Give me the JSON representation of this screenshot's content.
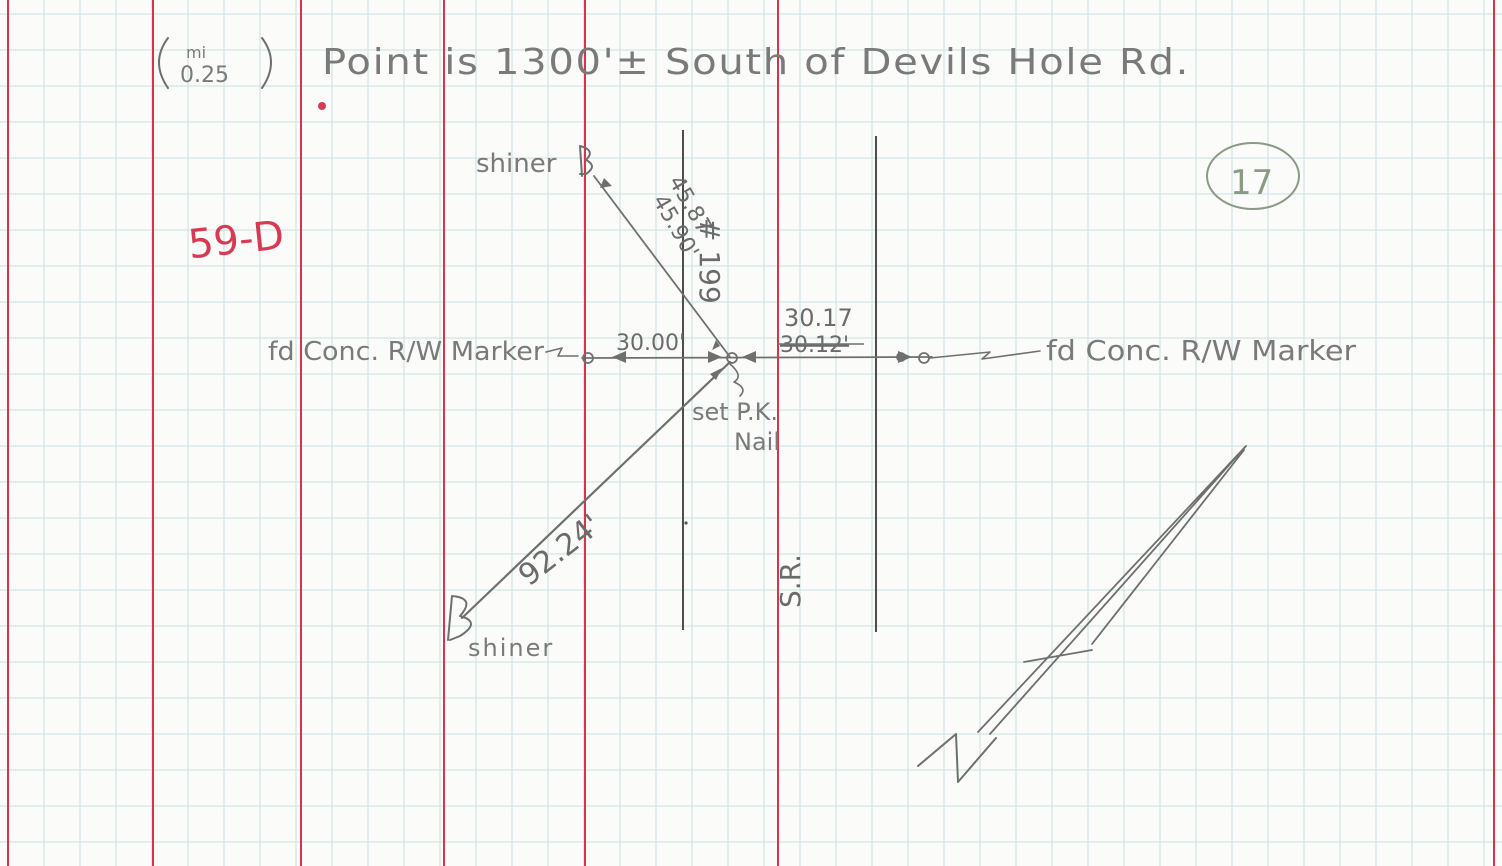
{
  "header": {
    "mile_top": "mi",
    "mile_bottom": "0.25",
    "note": "Point is 1300'± South of Devils Hole Rd."
  },
  "sheet_id": "59-D",
  "page_number": "17",
  "labels": {
    "shiner_top": "shiner",
    "shiner_bottom": "shiner",
    "marker_left": "fd Conc. R/W Marker",
    "marker_right": "fd Conc. R/W Marker",
    "pk_nail_line1": "set P.K.",
    "pk_nail_line2": "Nail",
    "route_number": "# 199",
    "route_prefix": "S.R."
  },
  "measurements": {
    "diagonal_top_1": "45.87",
    "diagonal_top_2": "45.90'",
    "left_offset": "30.00'",
    "right_offset_new": "30.17",
    "right_offset_struck": "30.12'",
    "diagonal_bottom": "92.24'"
  },
  "colors": {
    "margin_red": "#d9324a",
    "grid_blue": "#c9e1e4",
    "pencil": "#6f6f6f",
    "red_ink": "#d83a52",
    "circle_green": "#8a9a84"
  }
}
